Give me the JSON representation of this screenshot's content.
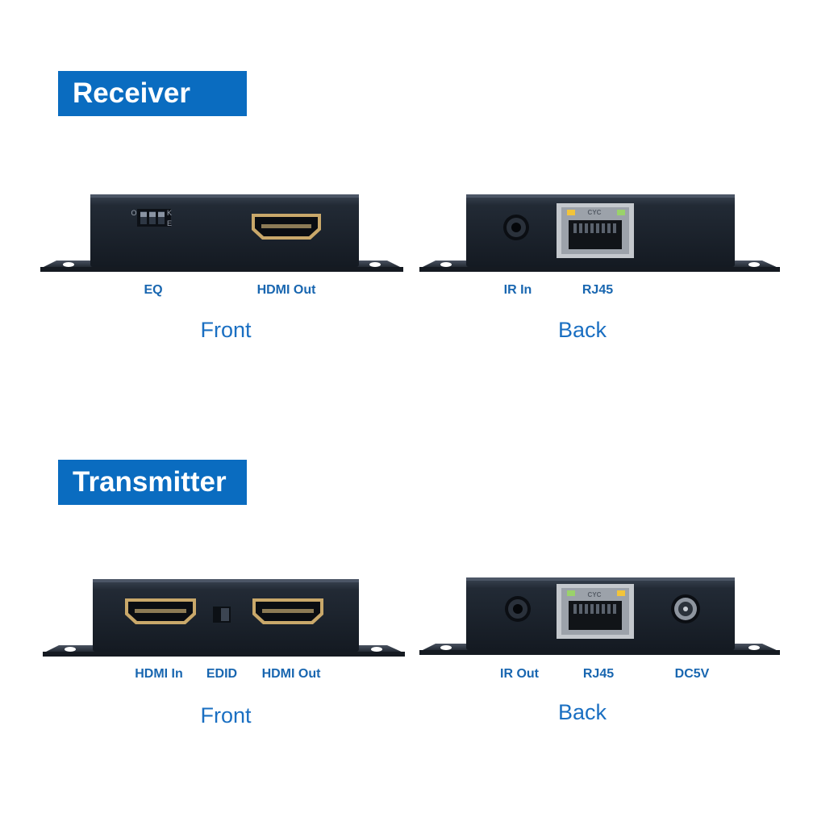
{
  "receiver": {
    "title": "Receiver",
    "front": {
      "side_label": "Front",
      "dip_labels": [
        "O",
        "K",
        "E"
      ],
      "ports": [
        "EQ",
        "HDMI Out"
      ]
    },
    "back": {
      "side_label": "Back",
      "rj45_led": "CYC",
      "ports": [
        "IR In",
        "RJ45"
      ]
    }
  },
  "transmitter": {
    "title": "Transmitter",
    "front": {
      "side_label": "Front",
      "ports": [
        "HDMI In",
        "EDID",
        "HDMI Out"
      ]
    },
    "back": {
      "side_label": "Back",
      "rj45_led": "CYC",
      "ports": [
        "IR Out",
        "RJ45",
        "DC5V"
      ]
    }
  },
  "colors": {
    "title_bg": "#0a6cc0",
    "label_text": "#1866b0",
    "side_text": "#1a6fc2",
    "device_body": "#1f2630",
    "device_edge": "#3a4350",
    "port_metal": "#c9a86a"
  }
}
